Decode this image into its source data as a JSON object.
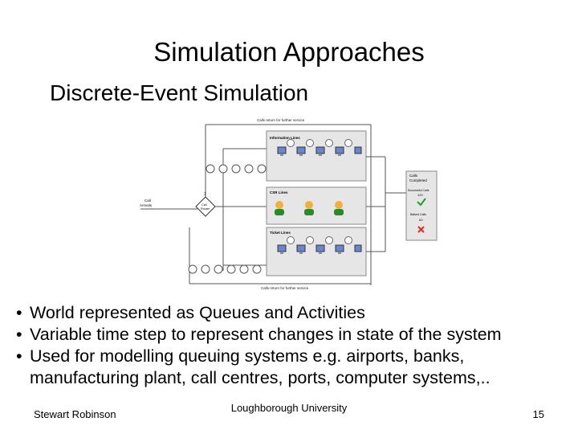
{
  "slide": {
    "title": "Simulation Approaches",
    "subtitle": "Discrete-Event Simulation"
  },
  "diagram": {
    "top_label": "Calls return for further service",
    "bottom_label": "Calls return for further service",
    "arrivals_label_1": "Call",
    "arrivals_label_2": "Arrivals",
    "router_label_1": "Call",
    "router_label_2": "Router",
    "router_number": "1",
    "lanes": [
      {
        "label": "Information Lines",
        "icon": "computer-icon"
      },
      {
        "label": "CSR Lines",
        "icon": "operator-icon"
      },
      {
        "label": "Ticket Lines",
        "icon": "computer-icon"
      }
    ],
    "completed": {
      "title_1": "Calls",
      "title_2": "Completed",
      "successful_label": "Successful Calls",
      "successful_count": "120",
      "balked_label": "Balked Calls",
      "balked_count": "63"
    },
    "colors": {
      "lane_fill": "#e6e6e6",
      "operator_head": "#f0b040",
      "operator_body": "#2a8a2a",
      "check": "#2a9a2a",
      "cross": "#d03020"
    }
  },
  "bullets": [
    "World represented as Queues and Activities",
    "Variable time step to represent changes in state of the system",
    "Used for modelling queuing systems e.g. airports, banks,",
    "manufacturing plant, call centres, ports, computer systems,.."
  ],
  "footer": {
    "author": "Stewart Robinson",
    "institution": "Loughborough University",
    "page_number": "15"
  }
}
